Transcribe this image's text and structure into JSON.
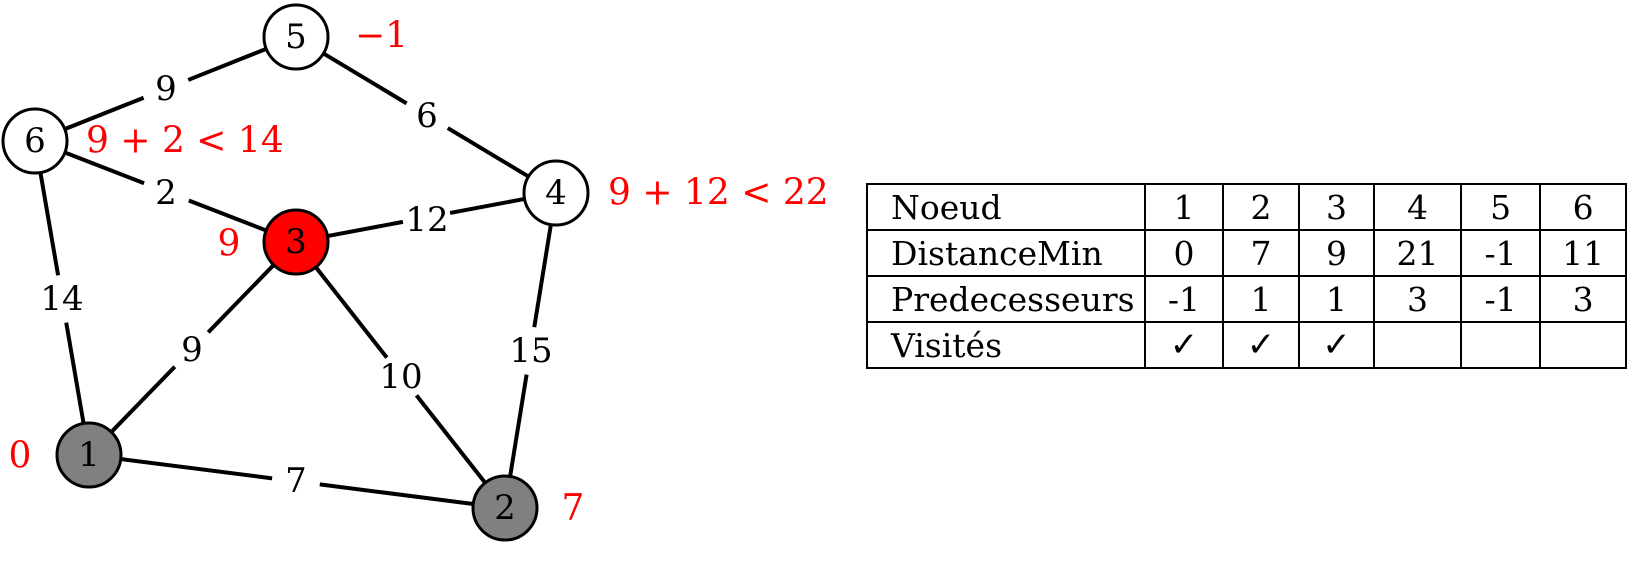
{
  "graph": {
    "nodes": [
      {
        "id": "1",
        "label": "1",
        "state": "visited",
        "annotation": "0"
      },
      {
        "id": "2",
        "label": "2",
        "state": "visited",
        "annotation": "7"
      },
      {
        "id": "3",
        "label": "3",
        "state": "current",
        "annotation": "9"
      },
      {
        "id": "4",
        "label": "4",
        "state": "unvisited",
        "annotation": "9 + 12 < 22"
      },
      {
        "id": "5",
        "label": "5",
        "state": "unvisited",
        "annotation": "−1"
      },
      {
        "id": "6",
        "label": "6",
        "state": "unvisited",
        "annotation": "9 + 2 < 14"
      }
    ],
    "edges": [
      {
        "from": "5",
        "to": "6",
        "weight": "9"
      },
      {
        "from": "5",
        "to": "4",
        "weight": "6"
      },
      {
        "from": "6",
        "to": "3",
        "weight": "2"
      },
      {
        "from": "3",
        "to": "4",
        "weight": "12"
      },
      {
        "from": "6",
        "to": "1",
        "weight": "14"
      },
      {
        "from": "3",
        "to": "1",
        "weight": "9"
      },
      {
        "from": "3",
        "to": "2",
        "weight": "10"
      },
      {
        "from": "4",
        "to": "2",
        "weight": "15"
      },
      {
        "from": "1",
        "to": "2",
        "weight": "7"
      }
    ],
    "colors": {
      "visited": "#808080",
      "current": "#ff0000",
      "unvisited": "#ffffff",
      "annotation": "#ff0000",
      "stroke": "#000000"
    }
  },
  "table": {
    "rows": [
      {
        "header": "Noeud",
        "cells": [
          "1",
          "2",
          "3",
          "4",
          "5",
          "6"
        ]
      },
      {
        "header": "DistanceMin",
        "cells": [
          "0",
          "7",
          "9",
          "21",
          "-1",
          "11"
        ]
      },
      {
        "header": "Predecesseurs",
        "cells": [
          "-1",
          "1",
          "1",
          "3",
          "-1",
          "3"
        ]
      },
      {
        "header": "Visités",
        "cells": [
          "✓",
          "✓",
          "✓",
          "",
          "",
          ""
        ]
      }
    ]
  }
}
